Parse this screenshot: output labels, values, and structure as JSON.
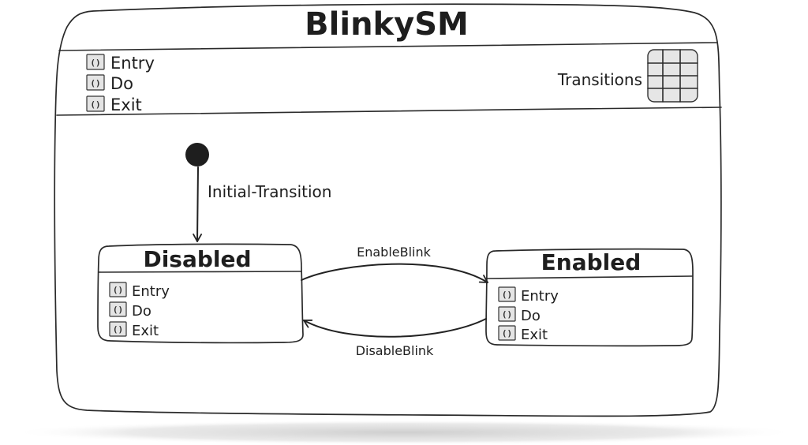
{
  "machine": {
    "title": "BlinkySM",
    "activities": [
      {
        "icon": "method-icon",
        "label": "Entry"
      },
      {
        "icon": "method-icon",
        "label": "Do"
      },
      {
        "icon": "method-icon",
        "label": "Exit"
      }
    ],
    "transitions_label": "Transitions"
  },
  "states": {
    "disabled": {
      "title": "Disabled",
      "activities": [
        {
          "icon": "method-icon",
          "label": "Entry"
        },
        {
          "icon": "method-icon",
          "label": "Do"
        },
        {
          "icon": "method-icon",
          "label": "Exit"
        }
      ]
    },
    "enabled": {
      "title": "Enabled",
      "activities": [
        {
          "icon": "method-icon",
          "label": "Entry"
        },
        {
          "icon": "method-icon",
          "label": "Do"
        },
        {
          "icon": "method-icon",
          "label": "Exit"
        }
      ]
    }
  },
  "transitions": {
    "initial": "Initial-Transition",
    "enable": "EnableBlink",
    "disable": "DisableBlink"
  },
  "method_glyph": "()",
  "colors": {
    "ink": "#222222",
    "icon_fill": "#e4e4e4",
    "shadow": "#cfcfcf"
  }
}
